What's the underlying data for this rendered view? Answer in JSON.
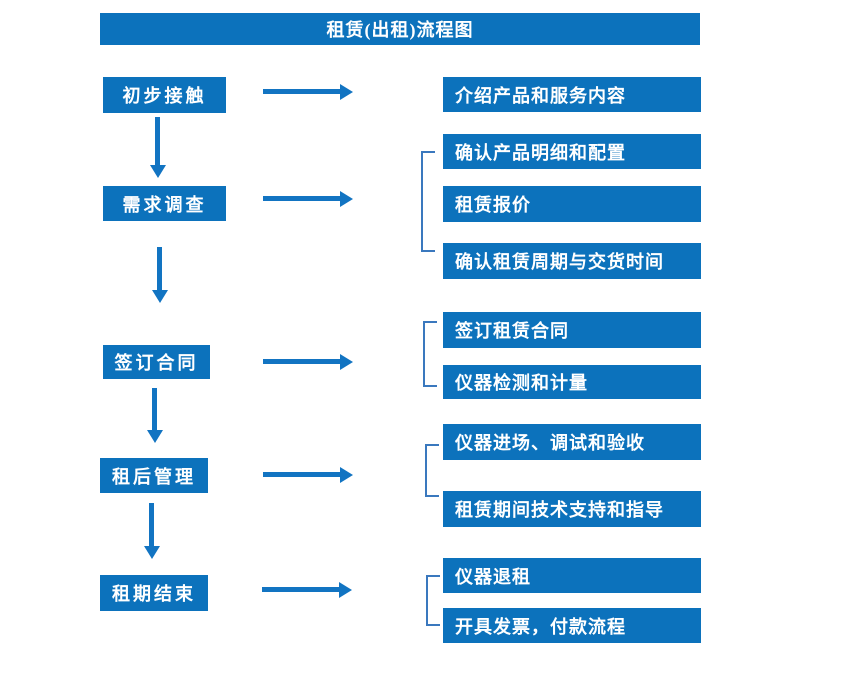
{
  "title": "租赁(出租)流程图",
  "colors": {
    "box_blue": "#0C72BC",
    "arrow_blue": "#1274C2",
    "bracket_blue": "#3A78BE",
    "text_white": "#FFFFFF"
  },
  "steps": [
    {
      "label": "初步接触",
      "details": [
        "介绍产品和服务内容"
      ]
    },
    {
      "label": "需求调查",
      "details": [
        "确认产品明细和配置",
        "租赁报价",
        "确认租赁周期与交货时间"
      ]
    },
    {
      "label": "签订合同",
      "details": [
        "签订租赁合同",
        "仪器检测和计量"
      ]
    },
    {
      "label": "租后管理",
      "details": [
        "仪器进场、调试和验收",
        "租赁期间技术支持和指导"
      ]
    },
    {
      "label": "租期结束",
      "details": [
        "仪器退租",
        "开具发票，付款流程"
      ]
    }
  ]
}
